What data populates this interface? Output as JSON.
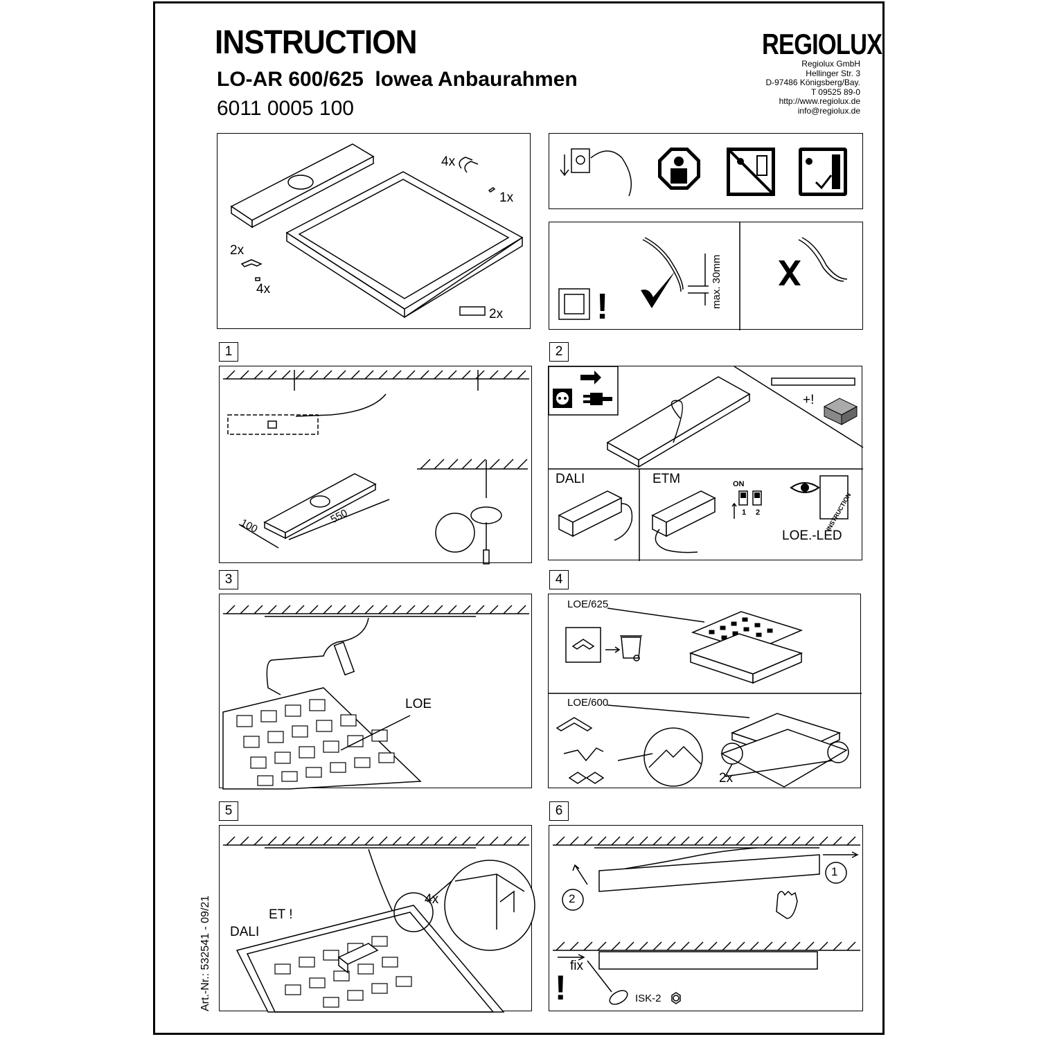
{
  "header": {
    "title": "INSTRUCTION",
    "subtitle": "LO-AR 600/625  lowea Anbaurahmen",
    "article_number": "6011 0005 100",
    "logo": "REGIOLUX"
  },
  "address": {
    "company": "Regiolux GmbH",
    "street": "Hellinger Str. 3",
    "city": "D-97486 Königsberg/Bay.",
    "phone": "T 09525 89-0",
    "web": "http://www.regiolux.de",
    "email": "info@regiolux.de"
  },
  "parts": {
    "qty_clips": "4x",
    "qty_screw": "1x",
    "qty_brackets": "2x",
    "qty_small": "4x",
    "qty_labels": "2x"
  },
  "wiring": {
    "max_strip": "max. 30mm",
    "attention": "!"
  },
  "steps": [
    {
      "number": "1",
      "dim_width": "100",
      "dim_length": "550"
    },
    {
      "number": "2",
      "plus_note": "+!",
      "dali": "DALI",
      "etm": "ETM",
      "switch_on": "ON",
      "switch_1": "1",
      "switch_2": "2",
      "manual": "INSTRUCTION",
      "loe_led": "LOE.-LED"
    },
    {
      "number": "3",
      "loe": "LOE"
    },
    {
      "number": "4",
      "loe625": "LOE/625",
      "loe600": "LOE/600",
      "qty": "2x"
    },
    {
      "number": "5",
      "qty": "4x",
      "et": "ET !",
      "dali": "DALI"
    },
    {
      "number": "6",
      "circle1": "1",
      "circle2": "2",
      "fix": "fix",
      "isk": "ISK-2",
      "attention": "!"
    }
  ],
  "footer": {
    "art_nr": "Art.-Nr.: 532541 - 09/21"
  }
}
